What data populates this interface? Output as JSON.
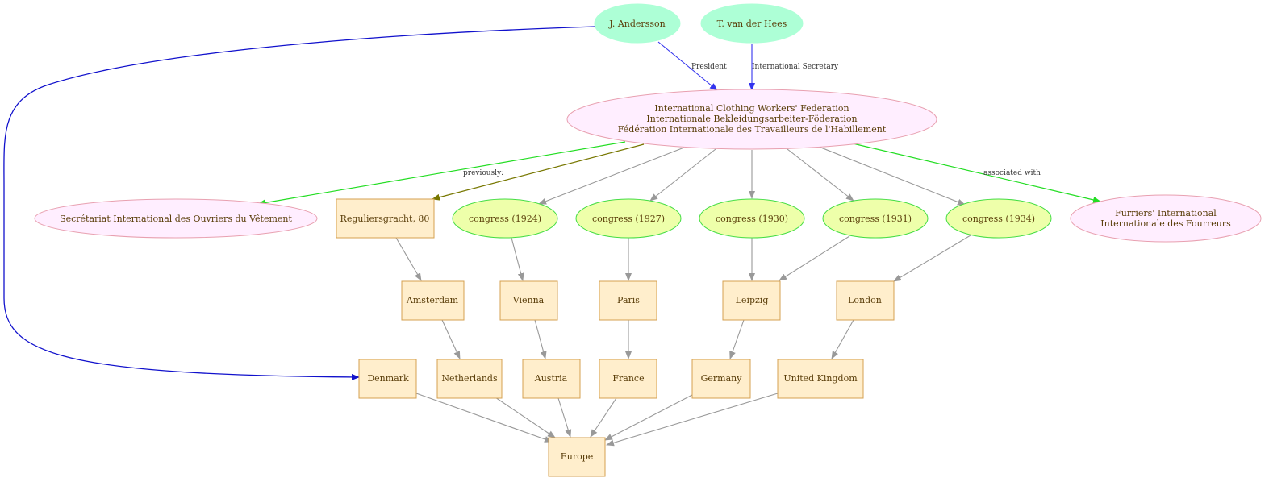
{
  "colors": {
    "person_fill": "#adffd6",
    "org_fill": "#ffeeff",
    "org_stroke": "#e8a0b0",
    "place_fill": "#ffeecc",
    "place_stroke": "#d4a050",
    "congress_fill": "#eeffaa",
    "congress_stroke": "#44dd44",
    "edge_gray": "#999999",
    "edge_blue": "#3333ee",
    "edge_darkblue": "#1111cc",
    "edge_green": "#22dd22",
    "edge_olive": "#777700"
  },
  "nodes": {
    "andersson": {
      "label": "J. Andersson"
    },
    "vanderhees": {
      "label": "T. van der Hees"
    },
    "icwf": {
      "lines": [
        "International Clothing Workers' Federation",
        "Internationale Bekleidungsarbeiter-Föderation",
        "Fédération Internationale des Travailleurs de l'Habillement"
      ]
    },
    "secretariat": {
      "label": "Secrétariat International des Ouvriers du Vêtement"
    },
    "reguliersgracht": {
      "label": "Reguliersgracht, 80"
    },
    "c1924": {
      "label": "congress (1924)"
    },
    "c1927": {
      "label": "congress (1927)"
    },
    "c1930": {
      "label": "congress (1930)"
    },
    "c1931": {
      "label": "congress (1931)"
    },
    "c1934": {
      "label": "congress (1934)"
    },
    "furriers": {
      "lines": [
        "Furriers' International",
        "Internationale des Fourreurs"
      ]
    },
    "amsterdam": {
      "label": "Amsterdam"
    },
    "vienna": {
      "label": "Vienna"
    },
    "paris": {
      "label": "Paris"
    },
    "leipzig": {
      "label": "Leipzig"
    },
    "london": {
      "label": "London"
    },
    "denmark": {
      "label": "Denmark"
    },
    "netherlands": {
      "label": "Netherlands"
    },
    "austria": {
      "label": "Austria"
    },
    "france": {
      "label": "France"
    },
    "germany": {
      "label": "Germany"
    },
    "uk": {
      "label": "United Kingdom"
    },
    "europe": {
      "label": "Europe"
    }
  },
  "edges": {
    "president": "President",
    "intl_secretary": "International Secretary",
    "previously": "previously:",
    "associated_with": "associated with"
  }
}
